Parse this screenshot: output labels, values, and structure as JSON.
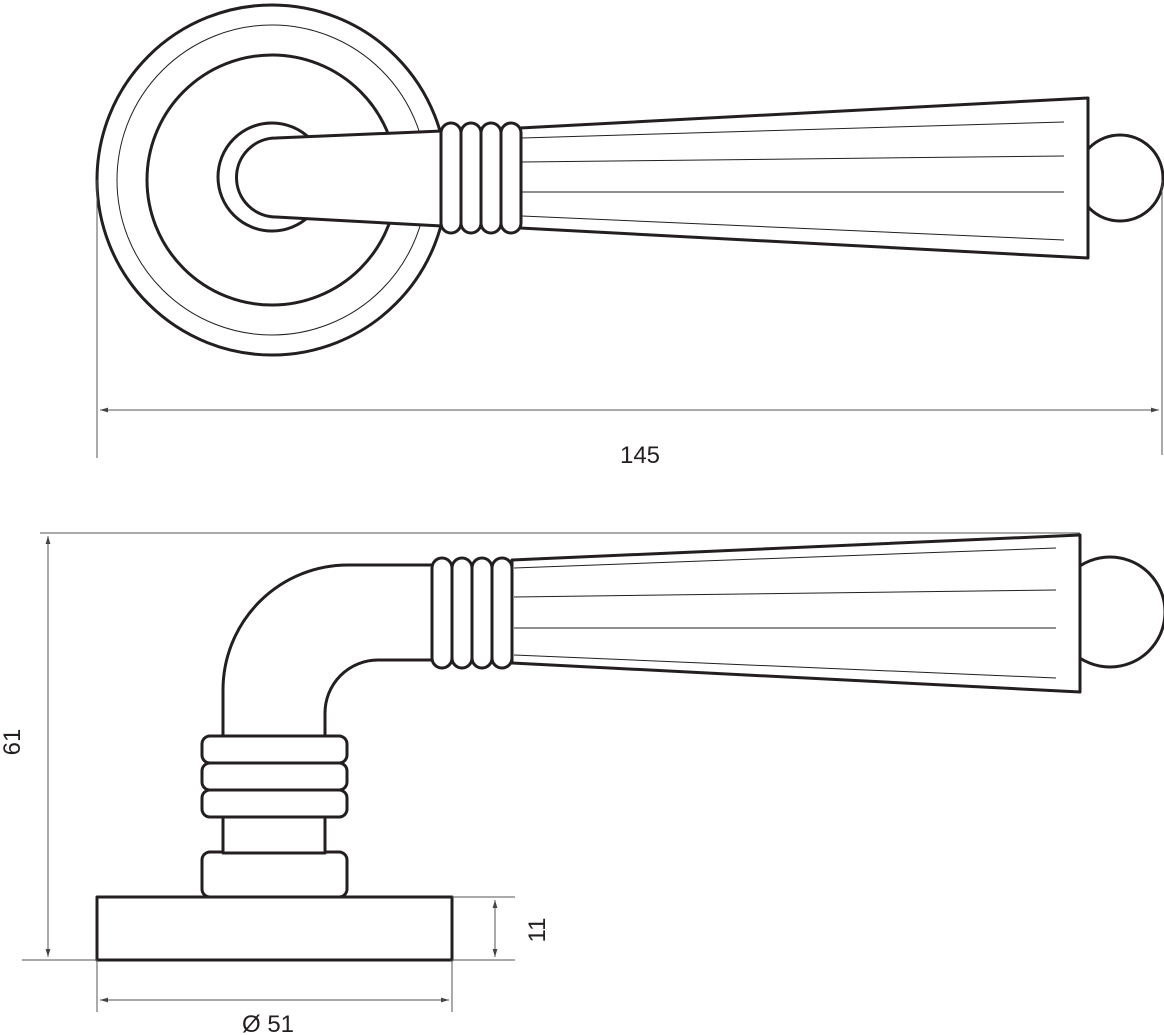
{
  "dimensions": {
    "overall_length": "145",
    "height": "61",
    "rose_thickness": "11",
    "rose_diameter": "Ø 51"
  },
  "colors": {
    "line": "#231f20",
    "dimension": "#555555"
  }
}
